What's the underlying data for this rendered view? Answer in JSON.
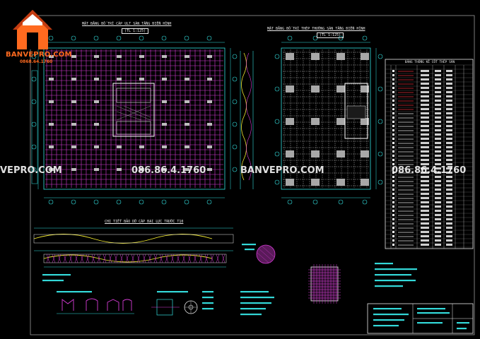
{
  "logo": {
    "name": "BANVEPRO.COM",
    "phone": "0868.64.1760"
  },
  "watermarks": [
    "VEPRO.COM",
    "086.86.4.1760",
    "BANVEPRO.COM",
    "086.86.4.1760"
  ],
  "drawings": {
    "plan_left": {
      "title": "MẶT BẰNG BỐ TRÍ CÁP ULT SÀN TẦNG ĐIỂN HÌNH",
      "scale": "(TL 1:125)"
    },
    "plan_right": {
      "title": "MẶT BẰNG BỐ TRÍ THÉP THƯỜNG SÀN TẦNG ĐIỂN HÌNH",
      "scale": "(TL 1:125)"
    },
    "section": {
      "title": "CHI TIẾT BẢO DỠ CÁP ĐẠI LỰC TRƯỚC T10"
    },
    "table": {
      "title": "BẢNG THỐNG KÊ CỐT THÉP SÀN"
    }
  },
  "colors": {
    "background": "#000000",
    "grid": "#d63cd6",
    "column": "#b0b0b0",
    "dimension": "#33e0e0",
    "cable": "#f0e830",
    "text": "#e8e8e8",
    "watermark": "#f2f2f2",
    "logo": "#ff6a1f"
  }
}
